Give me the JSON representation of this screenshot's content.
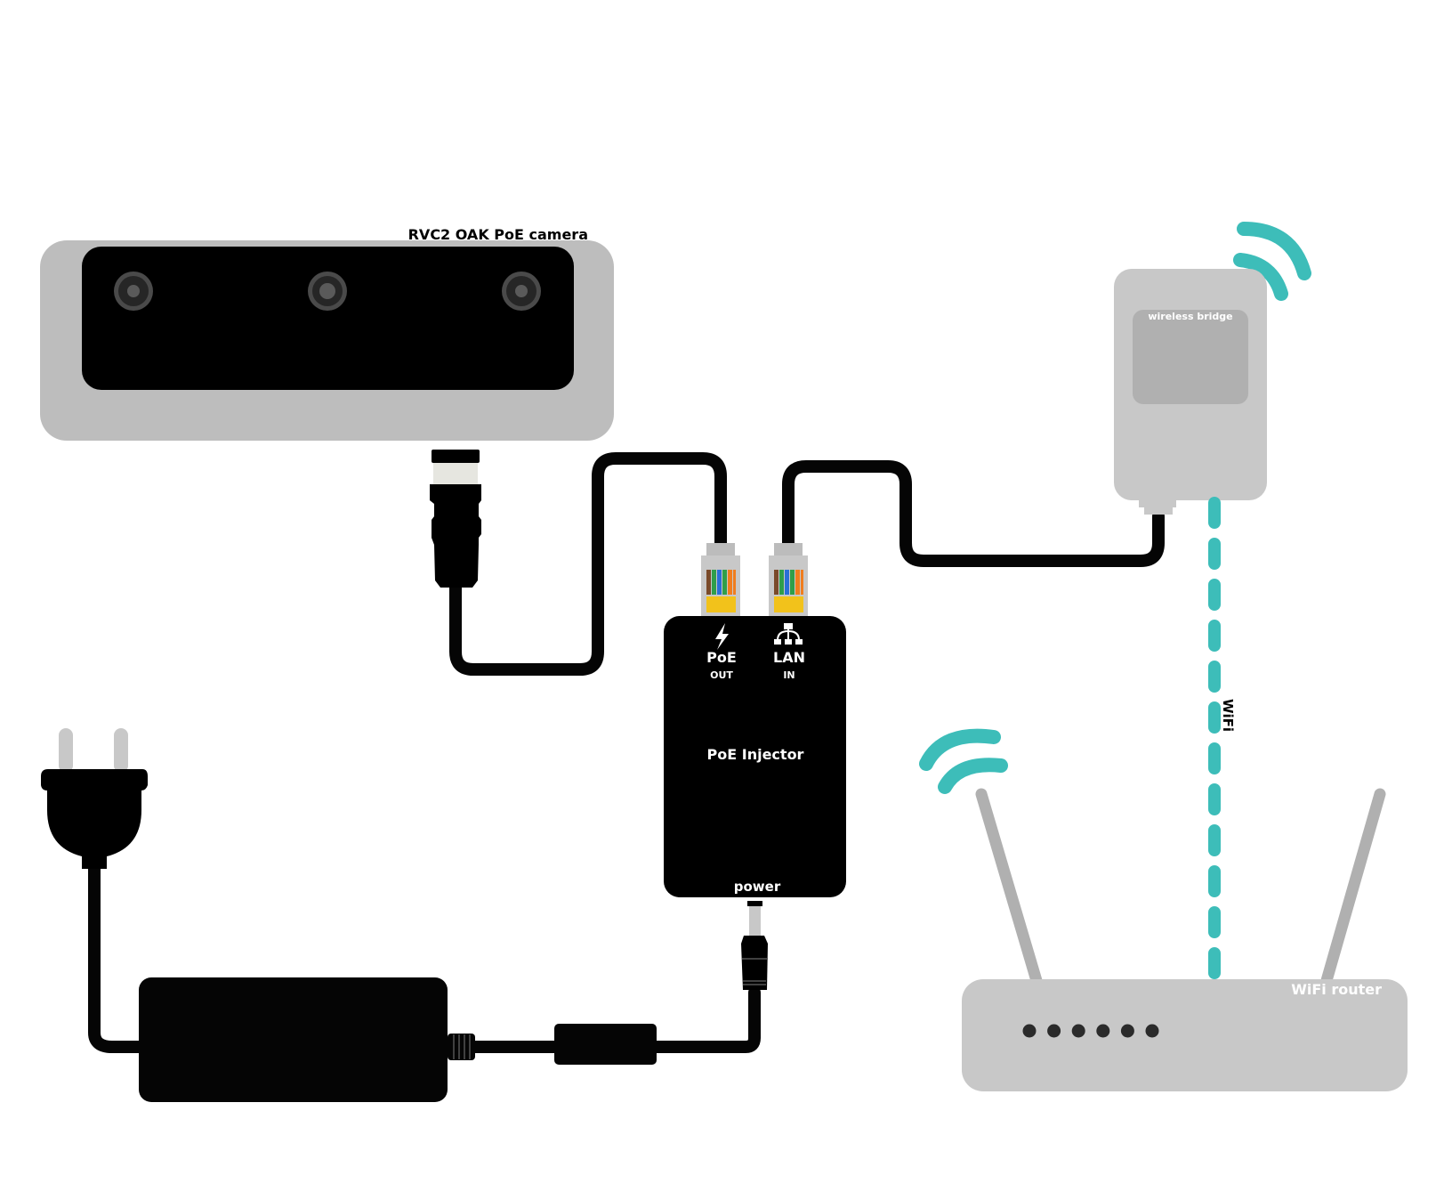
{
  "diagram": {
    "camera": {
      "label": "RVC2 OAK PoE camera",
      "lens_count": 3
    },
    "injector": {
      "title": "PoE Injector",
      "ports": [
        {
          "name": "PoE",
          "sub": "OUT",
          "icon": "lightning-icon"
        },
        {
          "name": "LAN",
          "sub": "IN",
          "icon": "network-icon"
        }
      ],
      "power_label": "power"
    },
    "bridge": {
      "label": "wireless bridge"
    },
    "router": {
      "label": "WiFi router",
      "led_count": 6
    },
    "link": {
      "wireless_label": "WiFi"
    },
    "colors": {
      "device_gray": "#bdbdbd",
      "light_gray": "#c8c8c8",
      "cable": "#050505",
      "wifi_teal": "#3dbdb9",
      "led": "#2b2b2b"
    }
  }
}
